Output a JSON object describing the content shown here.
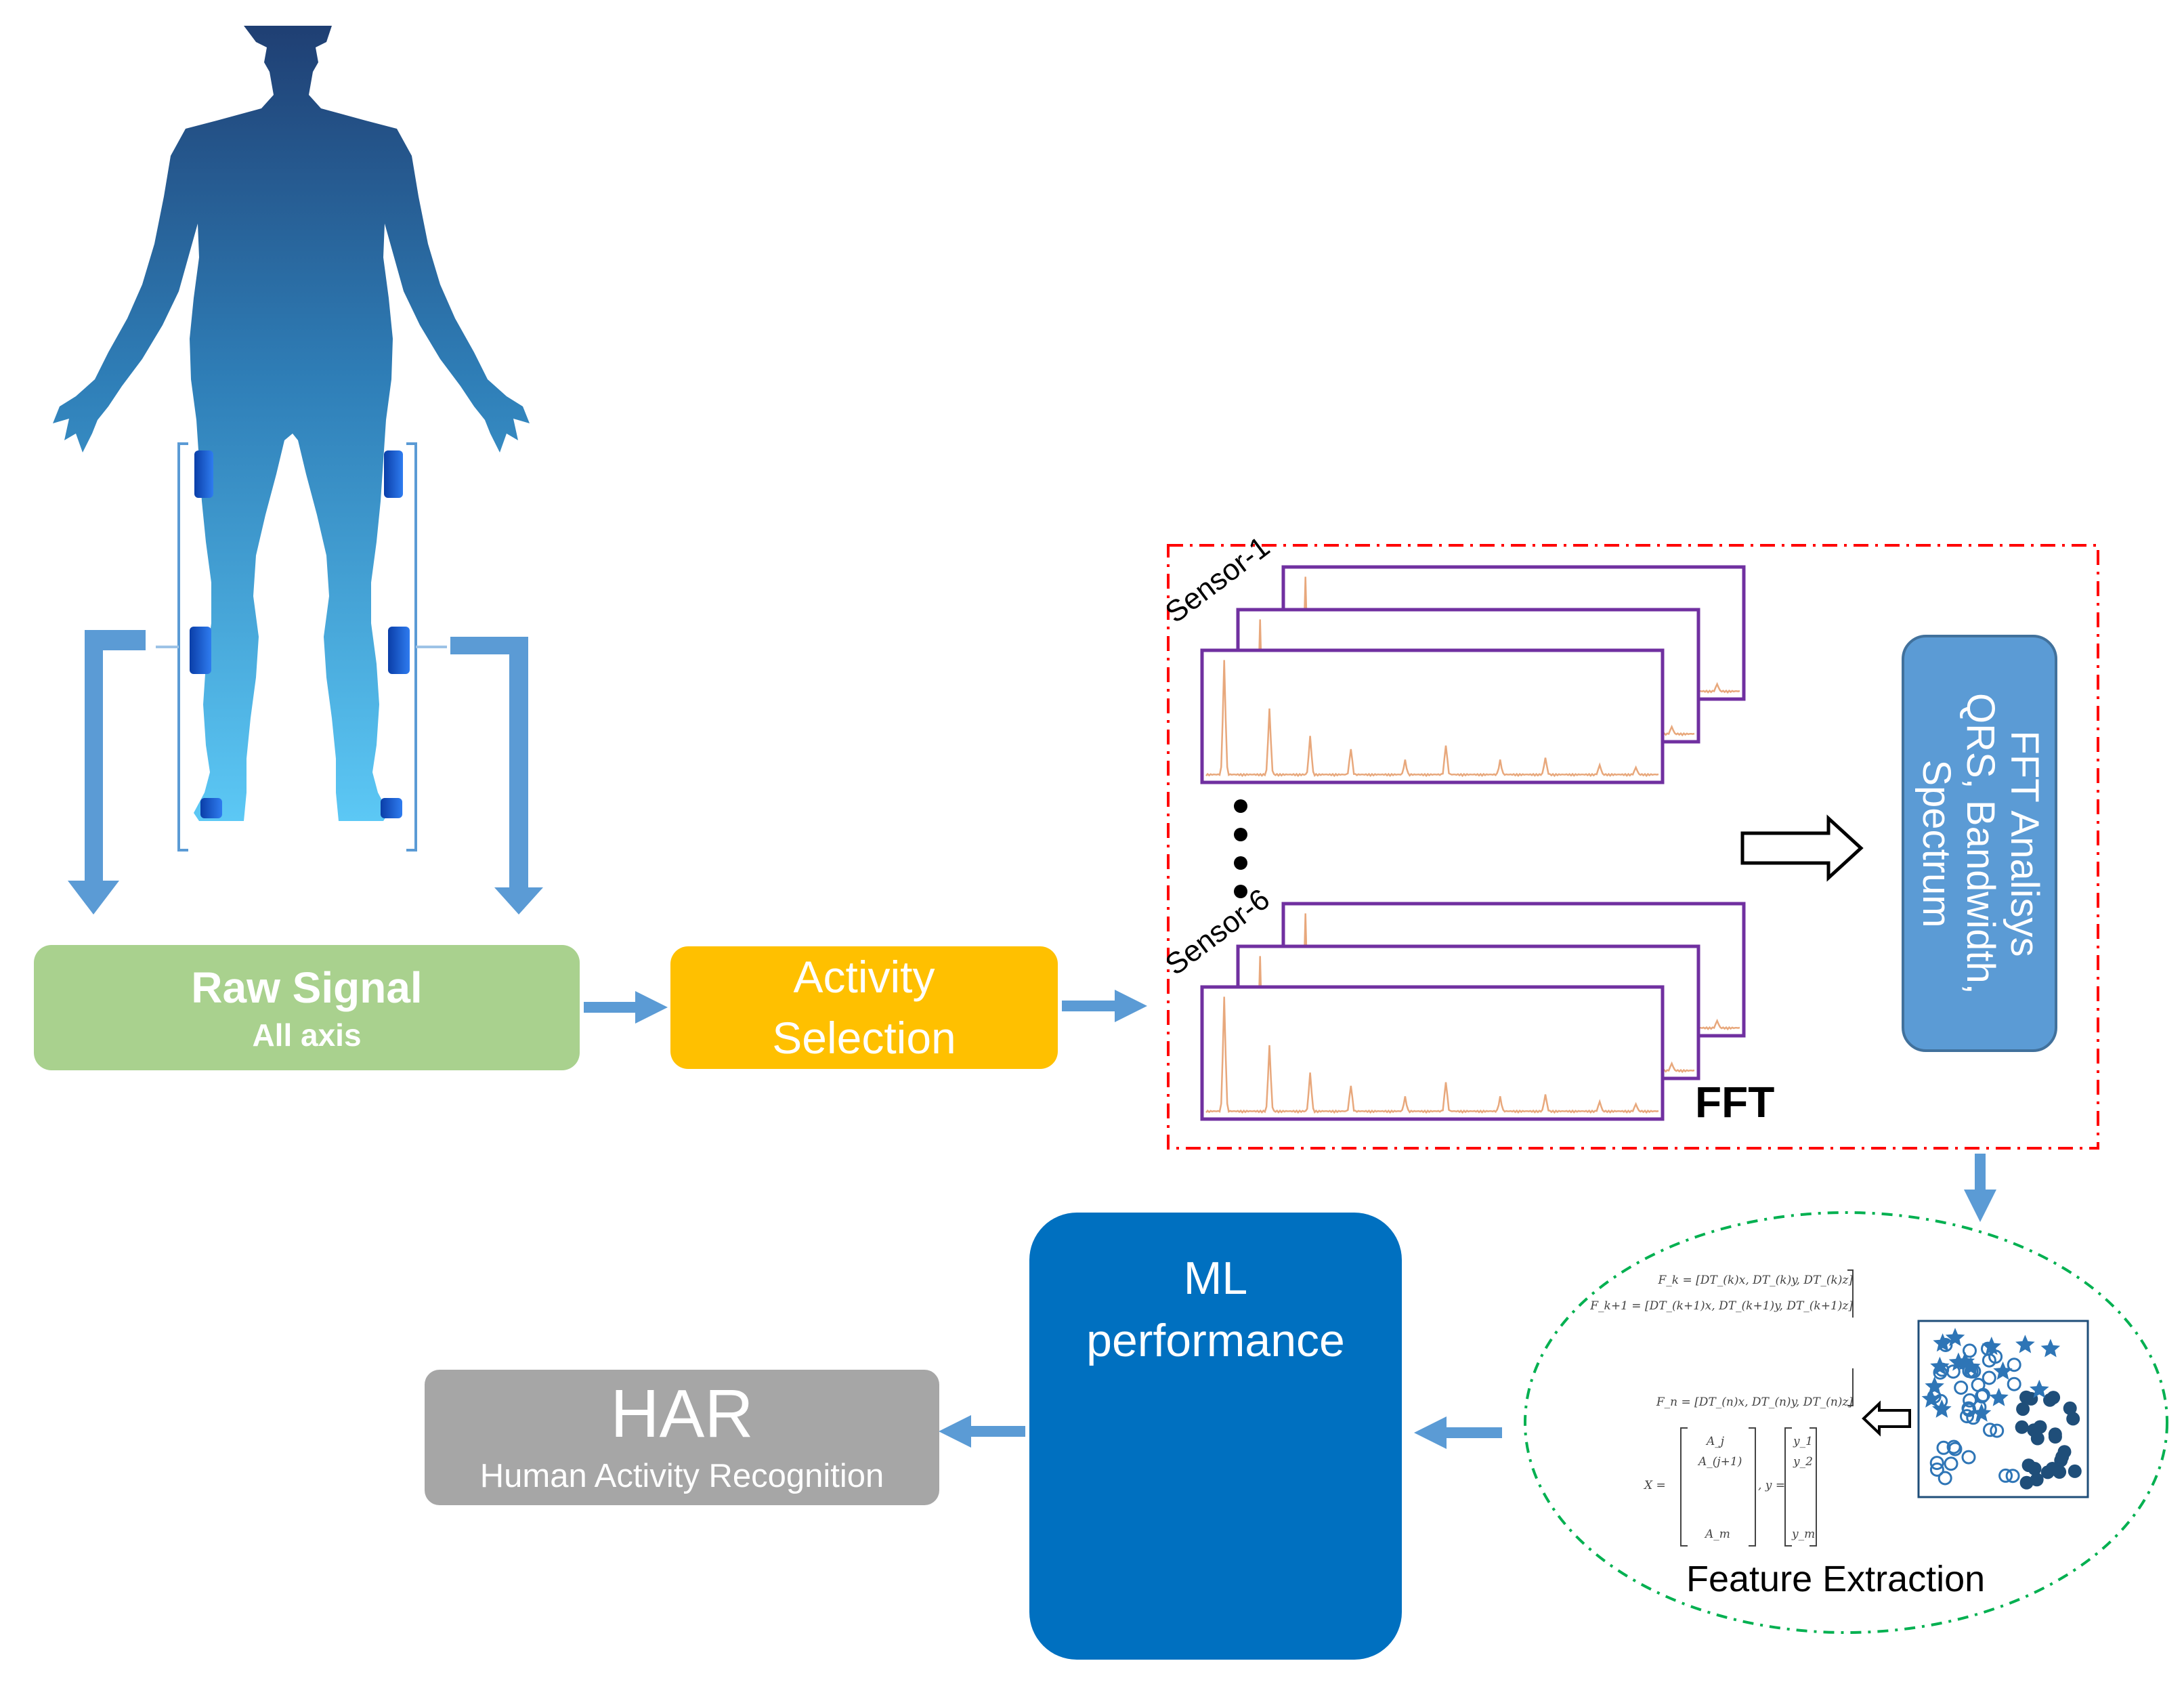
{
  "raw_signal": {
    "title": "Raw Signal",
    "subtitle": "All axis",
    "color": "#a9d18e"
  },
  "activity": {
    "line1": "Activity",
    "line2": "Selection",
    "color": "#ffc000"
  },
  "sensors": {
    "first_label": "Sensor-1",
    "last_label": "Sensor-6"
  },
  "fft": {
    "label": "FFT"
  },
  "fft_analysis": {
    "line1": "FFT Analisys",
    "line2": "QRS, Bandwidth,",
    "line3": "Spectrum",
    "color": "#5b9bd5"
  },
  "feature_extraction": {
    "label": "Feature Extraction",
    "equations": [
      "F_k = [DT_(k)x, DT_(k)y, DT_(k)z]",
      "F_k+1 = [DT_(k+1)x, DT_(k+1)y, DT_(k+1)z]",
      "F_n = [DT_(n)x, DT_(n)y, DT_(n)z]"
    ],
    "matrix_x": "X =",
    "matrix_y": ", y =",
    "matrix_x_entries": [
      "A_j",
      "A_(j+1)",
      "A_m"
    ],
    "matrix_y_entries": [
      "y_1",
      "y_2",
      "y_m"
    ]
  },
  "ml": {
    "line1": "ML",
    "line2": "performance",
    "color": "#0070c0",
    "icon": "neural-network-icon"
  },
  "har": {
    "title": "HAR",
    "subtitle": "Human Activity Recognition",
    "color": "#a6a6a6"
  },
  "colors": {
    "arrow": "#5b9bd5",
    "fft_frame": "#7030a0",
    "spectrum": "#e8a87c",
    "red_dash": "#ff0000",
    "green_dash": "#00b050"
  }
}
